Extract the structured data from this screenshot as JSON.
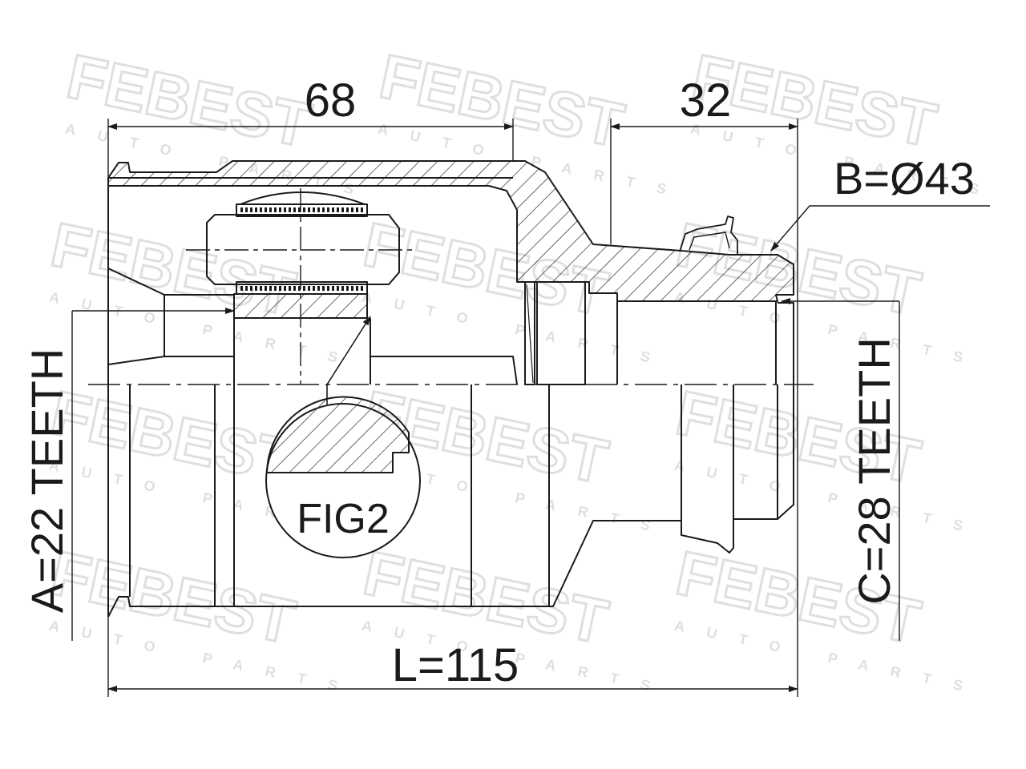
{
  "watermark": {
    "brand": "FEBEST",
    "tagline": "AUTO PARTS",
    "color": "#e4e4e4"
  },
  "dimensions": {
    "housing_length": "68",
    "spline_length": "32",
    "total_length": "L=115",
    "outer_diameter": "B=Ø43",
    "inner_teeth": "A=22 TEETH",
    "outer_teeth": "C=28 TEETH"
  },
  "detail_label": "FIG2",
  "colors": {
    "line": "#1a1a1a",
    "background": "#ffffff"
  }
}
